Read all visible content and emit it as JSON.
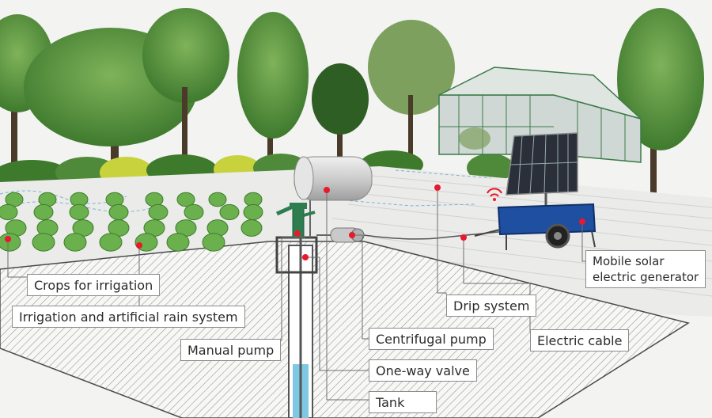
{
  "diagram": {
    "labels": {
      "crops": "Crops for irrigation",
      "rain": "Irrigation and artificial rain system",
      "manual_pump": "Manual pump",
      "centrifugal": "Centrifugal pump",
      "valve": "One-way valve",
      "tank": "Tank",
      "drip": "Drip system",
      "cable": "Electric cable",
      "generator_line1": "Mobile solar",
      "generator_line2": "electric generator"
    }
  },
  "colors": {
    "sky": "#f3f3f1",
    "ground": "#ebebea",
    "foliage": "#4f8a3a",
    "crop": "#6ab04c",
    "hedge_yellow": "#c8d23c",
    "water": "#7ec8e3",
    "marker": "#e8192c",
    "trailer_blue": "#1e4fa0",
    "greenhouse": "#cfd8d4",
    "leader": "#6e6e6e"
  }
}
